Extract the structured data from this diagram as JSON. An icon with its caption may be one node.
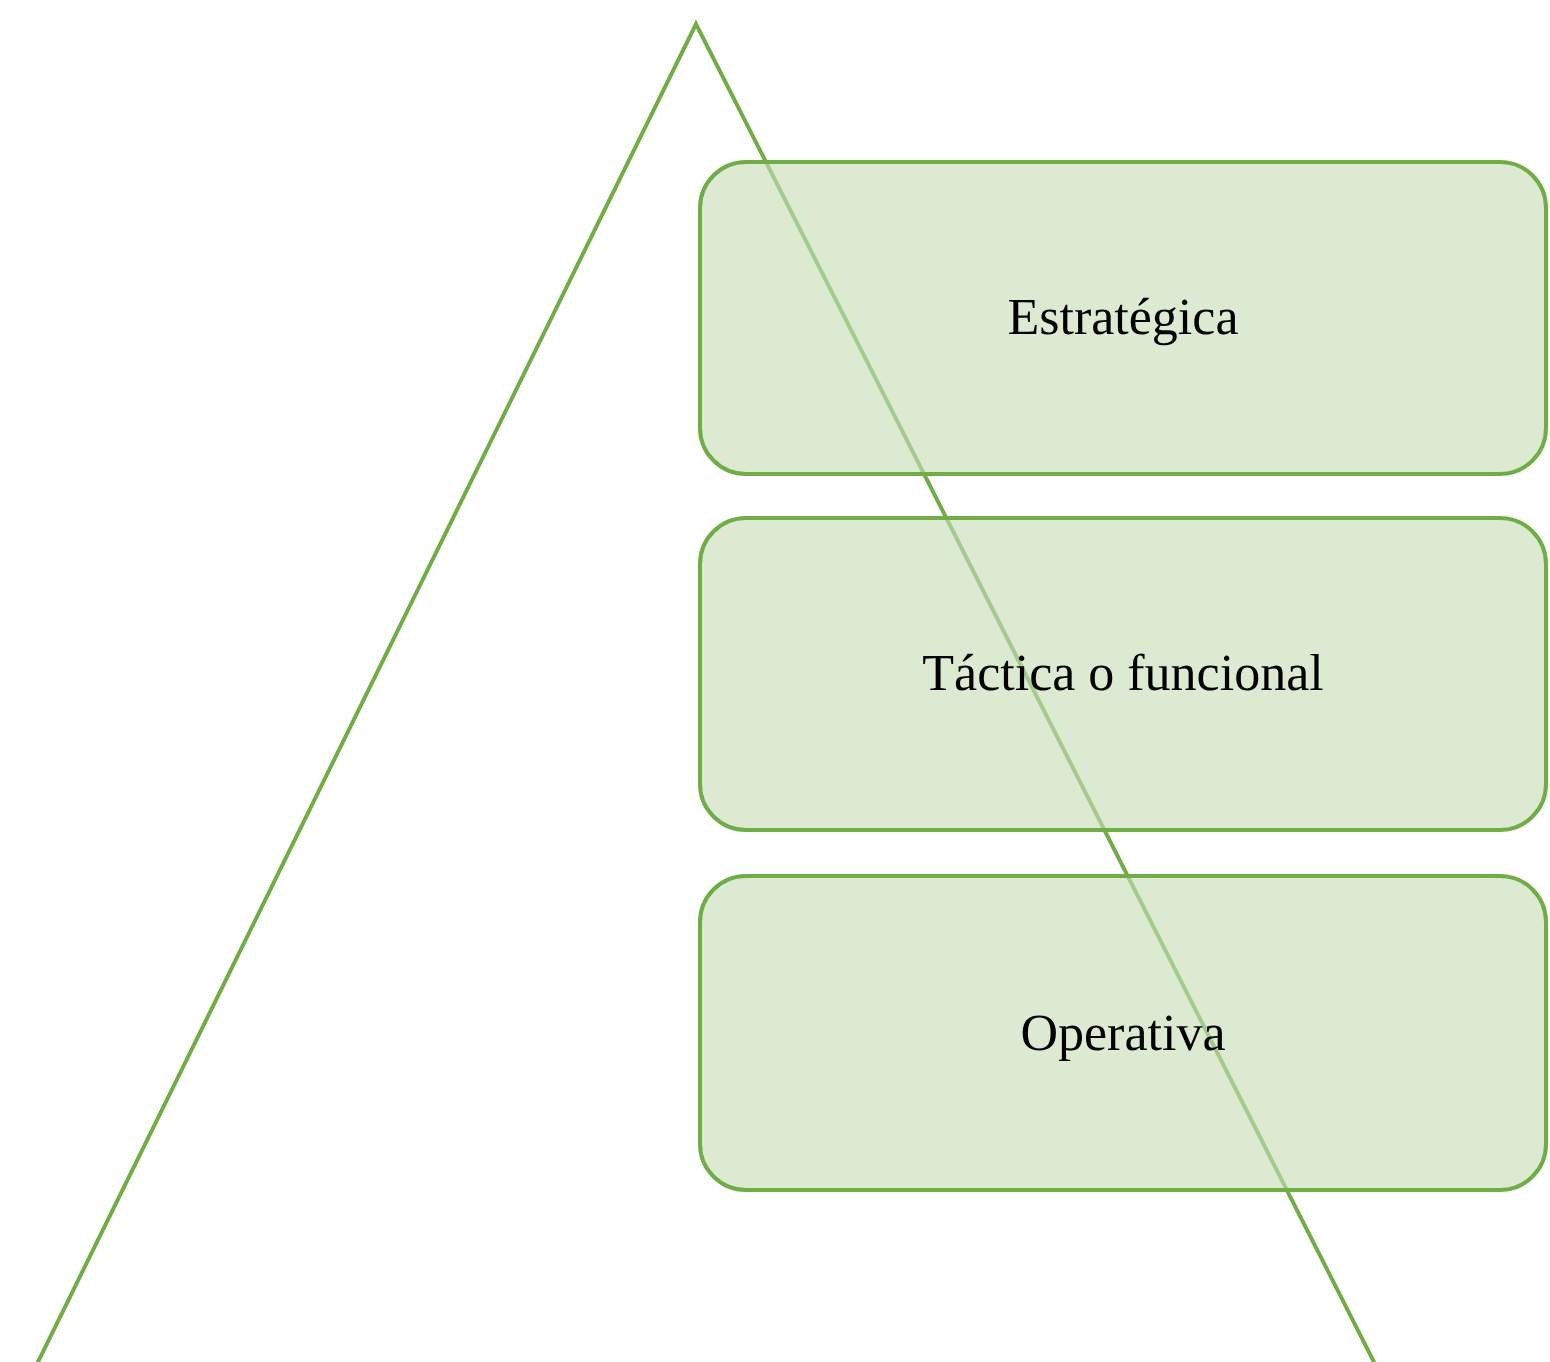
{
  "diagram": {
    "nodes": [
      {
        "text": [
          "Estratégica"
        ]
      },
      {
        "text": [
          "Táctica o funcional"
        ]
      },
      {
        "text": [
          "Operativa"
        ]
      }
    ]
  }
}
